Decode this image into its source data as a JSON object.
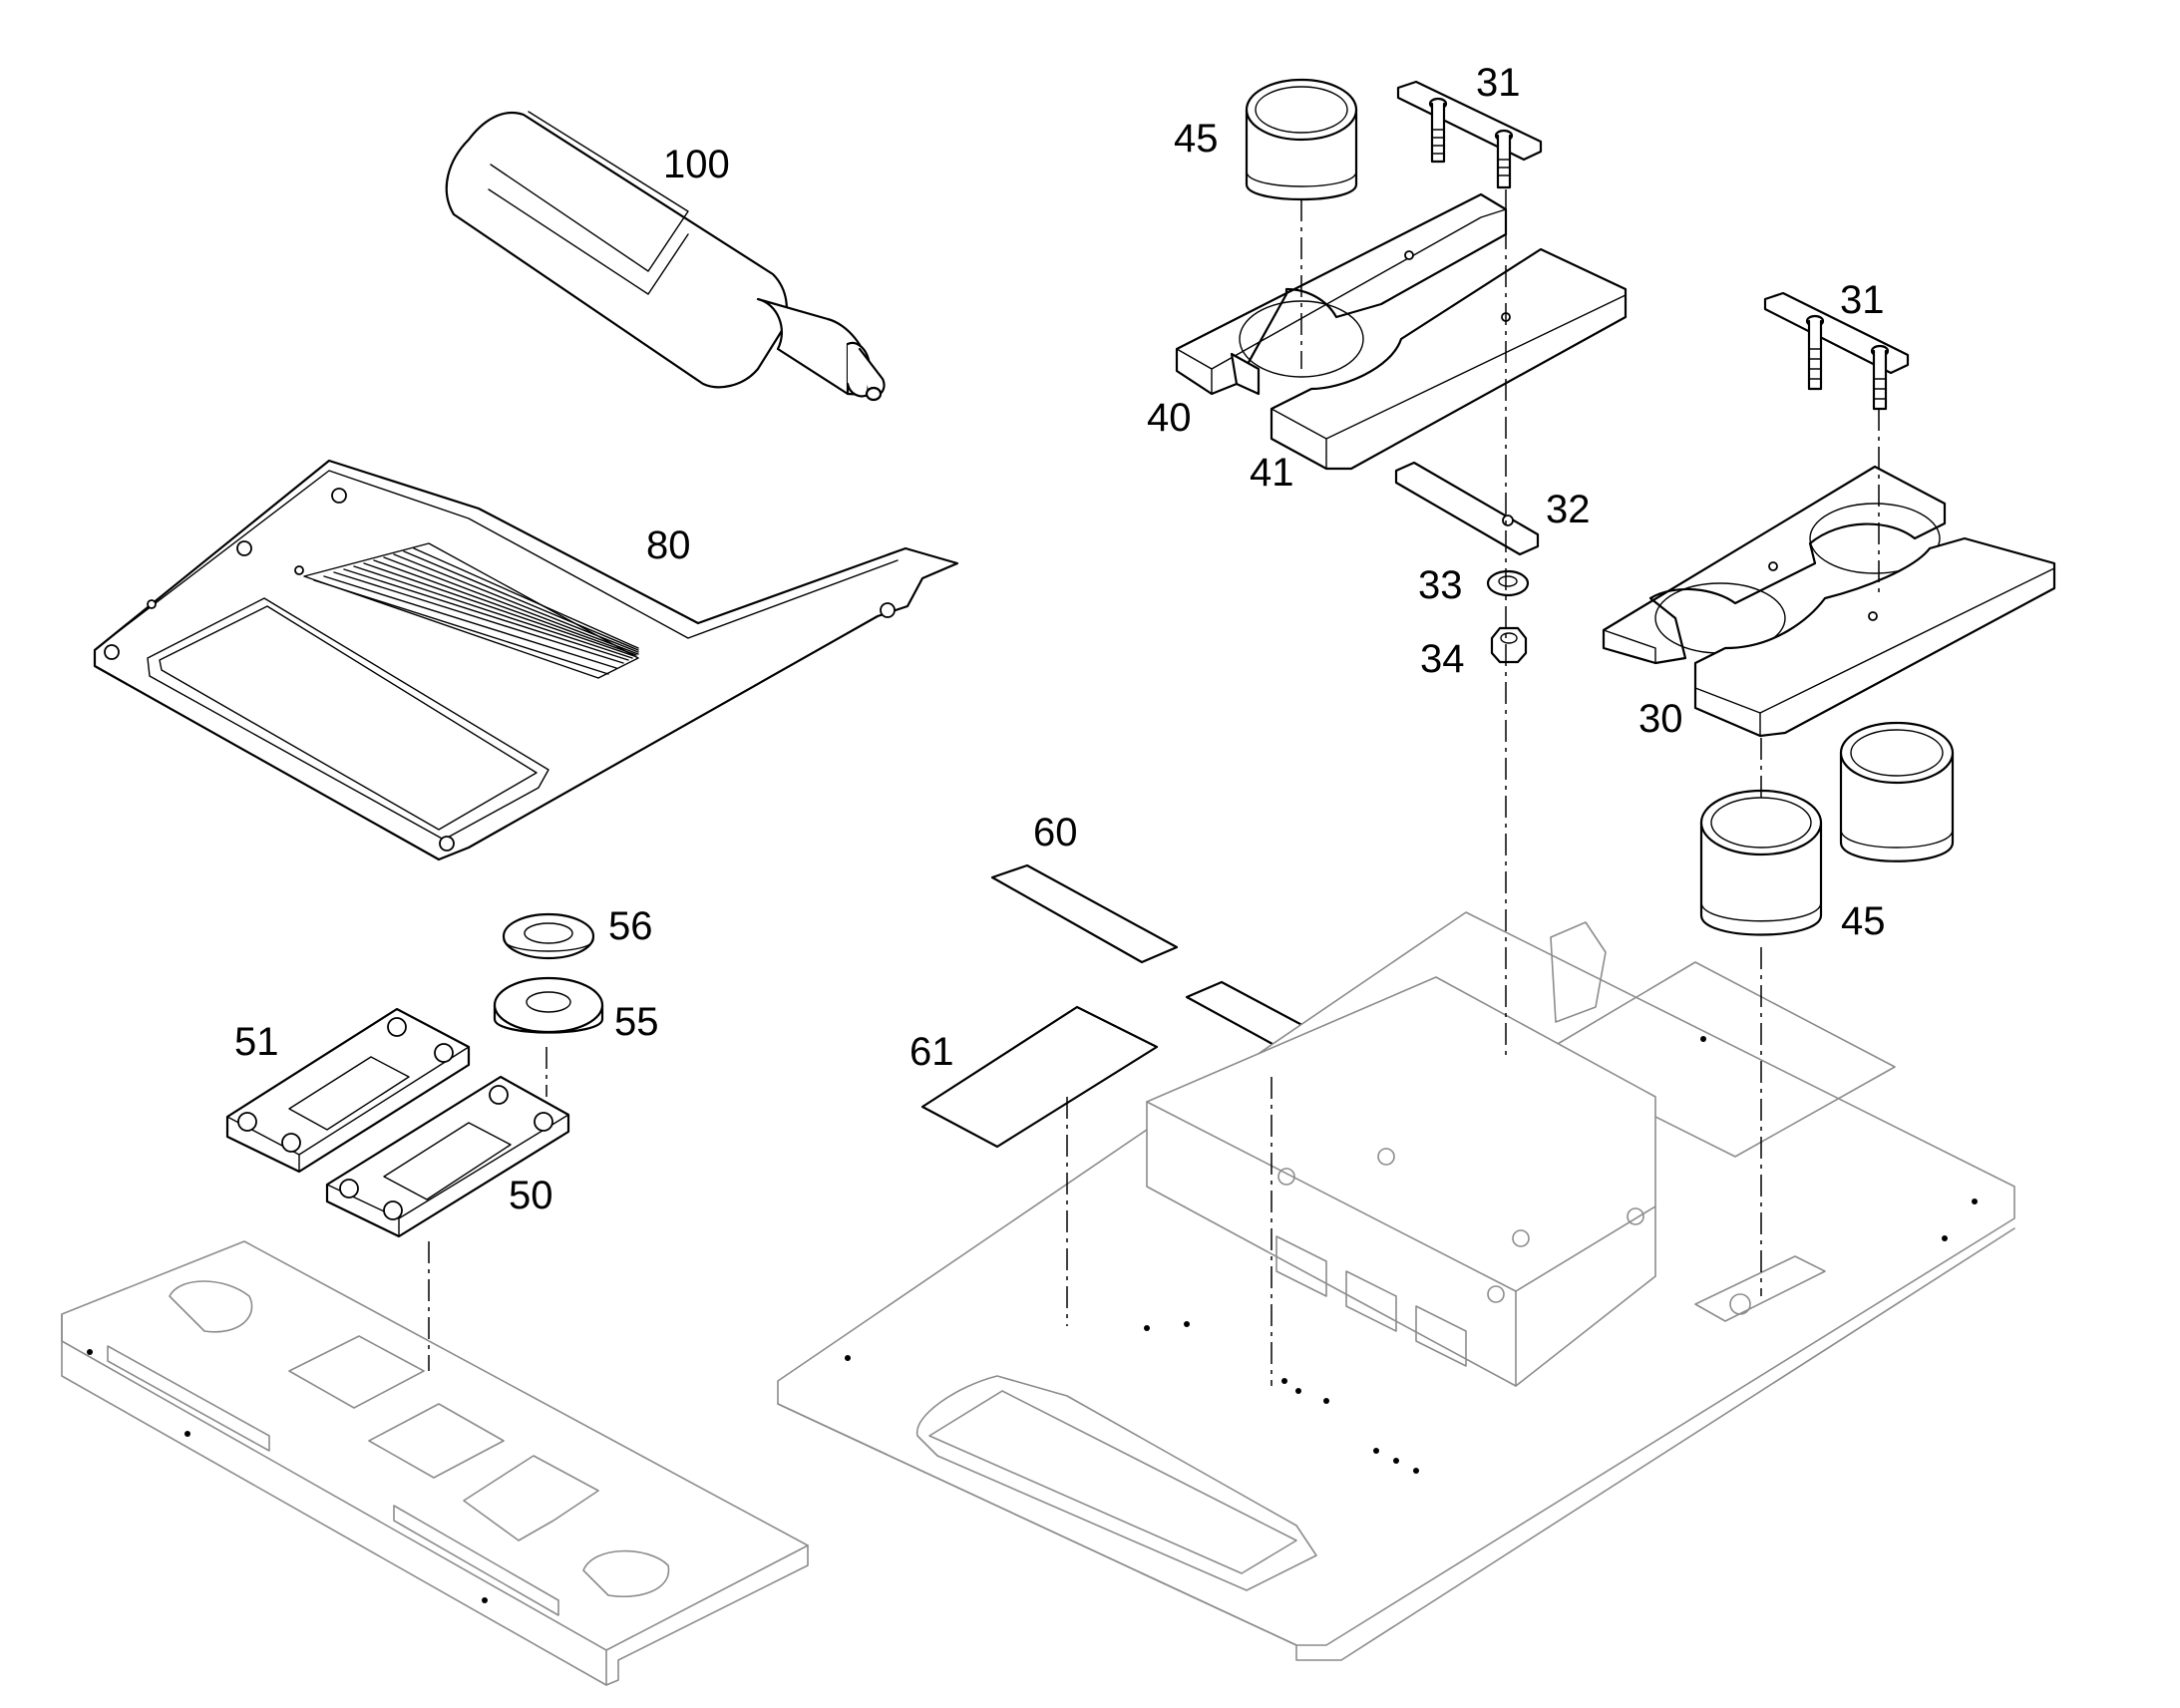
{
  "diagram": {
    "labels": {
      "p100": "100",
      "p80": "80",
      "p45a": "45",
      "p31a": "31",
      "p40": "40",
      "p41": "41",
      "p32": "32",
      "p33": "33",
      "p34": "34",
      "p31b": "31",
      "p30": "30",
      "p45b": "45",
      "p60": "60",
      "p61": "61",
      "p56": "56",
      "p55": "55",
      "p51": "51",
      "p50": "50"
    }
  }
}
